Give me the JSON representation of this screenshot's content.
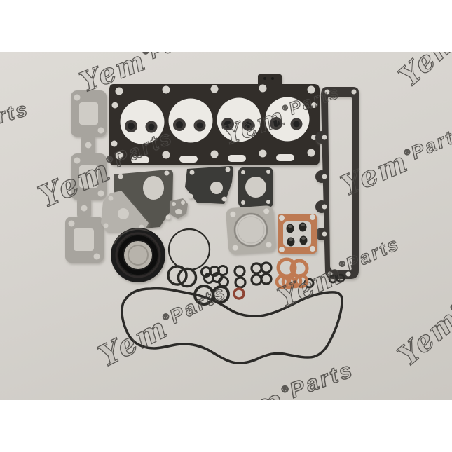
{
  "image": {
    "type": "product-photo",
    "subject": "engine overhaul full gasket kit laid out on paper",
    "background_color": "#ffffff",
    "photo_background": "#d4d1cc"
  },
  "watermark": {
    "brand": "Yem",
    "registered": "®",
    "word": "Parts",
    "outline_color": "#4a4844",
    "count": 10
  },
  "parts": {
    "head_gasket": {
      "label": "cylinder head gasket",
      "color": "#312f2c",
      "bore_color": "#eceae5",
      "cylinders": 4
    },
    "exhaust_manifold_gasket": {
      "label": "exhaust manifold gasket",
      "color": "#a7a49e",
      "hole_color": "#cfccc6",
      "ports": 3
    },
    "side_cover_gasket": {
      "label": "side cover gasket",
      "color": "#3a3836"
    },
    "timing_cover_gasket": {
      "label": "timing cover gasket",
      "color": "#565450"
    },
    "front_plate_gasket": {
      "label": "front plate gasket",
      "color": "#b5b2ac"
    },
    "water_pump_gasket": {
      "label": "water pump gasket",
      "color": "#3b3a37"
    },
    "square_port_gasket": {
      "label": "square port gasket",
      "color": "#3b3a37"
    },
    "thermostat_gasket": {
      "label": "thermostat outlet gasket",
      "color": "#918e88"
    },
    "metal_flange_gasket": {
      "label": "metal flange gasket",
      "color": "#b2afa8"
    },
    "injector_seal_plate": {
      "label": "copper seal plate with rubber grommets",
      "color": "#bd7a52",
      "grommet_color": "#262523",
      "grommets": 4
    },
    "crank_oil_seal": {
      "label": "crankshaft oil seal",
      "color": "#1d1c1a",
      "bore_color": "#b7b3ab"
    },
    "valve_cover_gasket": {
      "label": "valve cover gasket",
      "color": "#2b2a28"
    },
    "o_rings": {
      "label": "black o-rings",
      "color": "#2b2a27",
      "count": 20
    },
    "o_ring_red": {
      "label": "red o-ring",
      "color": "#8e4434",
      "count": 1
    },
    "copper_washers": {
      "label": "copper washers",
      "color": "#c07a52",
      "count": 6
    }
  }
}
